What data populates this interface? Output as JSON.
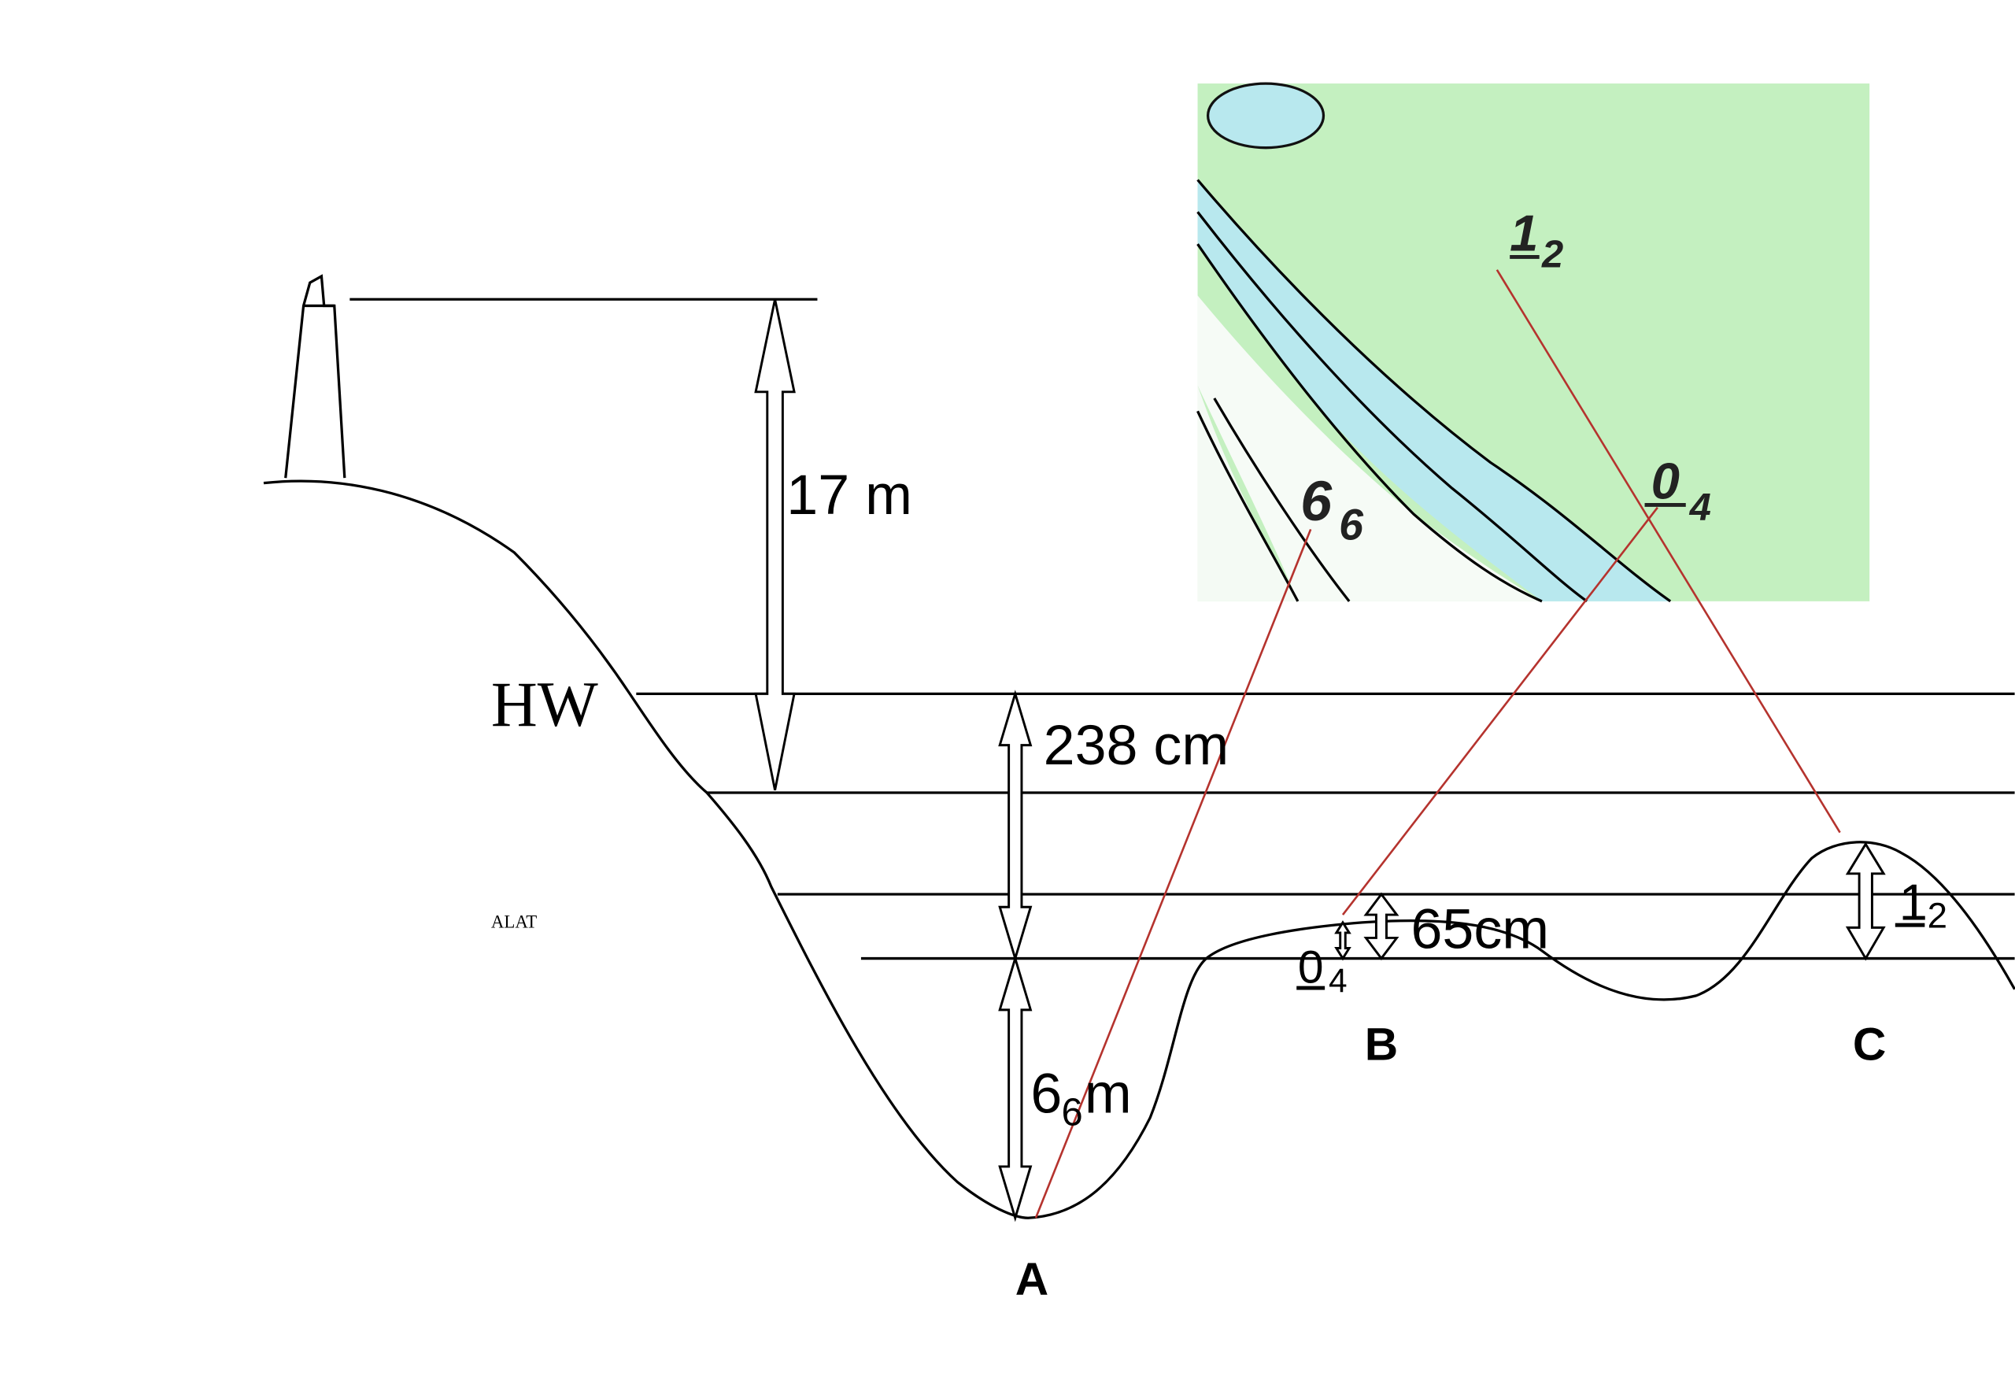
{
  "labels": {
    "height": "17 m",
    "hw": "HW",
    "alat": "ALAT",
    "tide_range": "238 cm",
    "small_range": "65cm",
    "depth_main": "6",
    "depth_sub": "6",
    "depth_unit": "m",
    "point_a": "A",
    "point_b": "B",
    "point_c": "C",
    "b_value_main": "0",
    "b_value_sub": "4",
    "c_value_main": "1",
    "c_value_sub": "2"
  },
  "map_inset": {
    "sounding_1": {
      "main": "1",
      "sub": "2"
    },
    "sounding_2": {
      "main": "0",
      "sub": "4"
    },
    "sounding_3": {
      "main": "6",
      "sub": "6"
    },
    "colors": {
      "land": "#c4f0c0",
      "water": "#b8e8ee",
      "leader": "#b5332e"
    }
  }
}
